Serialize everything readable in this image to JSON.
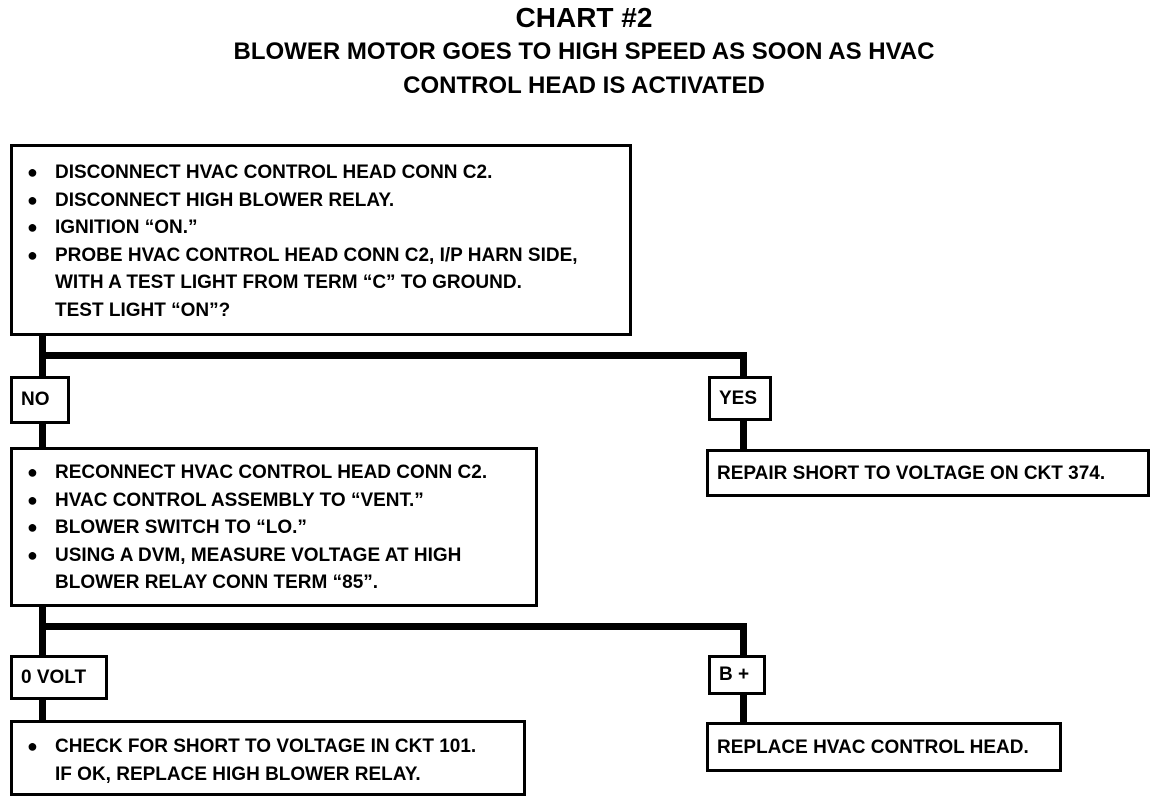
{
  "title": {
    "line1": "CHART #2",
    "line2": "BLOWER MOTOR GOES TO HIGH SPEED AS SOON AS HVAC",
    "line3": "CONTROL HEAD IS ACTIVATED"
  },
  "step1": {
    "items": [
      "DISCONNECT HVAC CONTROL HEAD CONN C2.",
      "DISCONNECT HIGH BLOWER RELAY.",
      "IGNITION “ON.”",
      "PROBE HVAC CONTROL HEAD CONN C2, I/P HARN SIDE,"
    ],
    "continuation": [
      "WITH A TEST LIGHT FROM TERM “C” TO GROUND.",
      "TEST LIGHT “ON”?"
    ]
  },
  "branch1": {
    "no_label": "NO",
    "yes_label": "YES",
    "yes_result": "REPAIR SHORT TO VOLTAGE ON CKT 374."
  },
  "step2": {
    "items": [
      "RECONNECT HVAC CONTROL HEAD CONN C2.",
      "HVAC CONTROL ASSEMBLY TO “VENT.”",
      "BLOWER SWITCH TO “LO.”",
      "USING A DVM, MEASURE VOLTAGE AT HIGH"
    ],
    "continuation": [
      "BLOWER RELAY CONN TERM “85”."
    ]
  },
  "branch2": {
    "zero_label": "0 VOLT",
    "bplus_label": "B +",
    "zero_result_line1": "CHECK FOR SHORT TO VOLTAGE IN CKT 101.",
    "zero_result_line2": "IF OK, REPLACE HIGH BLOWER RELAY.",
    "bplus_result": "REPLACE HVAC CONTROL HEAD."
  },
  "bullet_glyph": "●"
}
